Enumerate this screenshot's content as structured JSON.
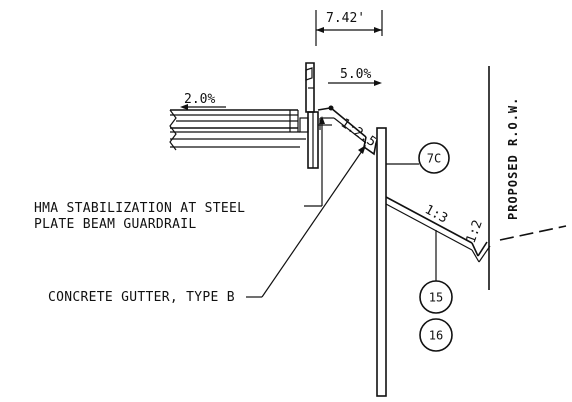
{
  "dimensions": {
    "offset": "7.42'",
    "slope_left": "2.0%",
    "slope_right": "5.0%"
  },
  "slopes": {
    "ditch_front": "1:2.5",
    "embankment": "1:3",
    "back_slope": "1:2"
  },
  "callouts": {
    "c1": "7C",
    "c2": "15",
    "c3": "16"
  },
  "labels": {
    "row": "PROPOSED R.O.W.",
    "hma_line1": "HMA STABILIZATION AT STEEL",
    "hma_line2": "PLATE BEAM GUARDRAIL",
    "gutter": "CONCRETE GUTTER, TYPE B"
  }
}
